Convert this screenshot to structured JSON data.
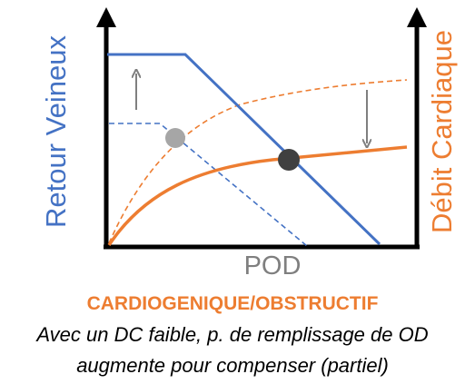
{
  "axes": {
    "left_label": "Retour Veineux",
    "right_label": "Débit Cardiaque",
    "x_label": "POD"
  },
  "title": "CARDIOGENIQUE/OBSTRUCTIF",
  "caption_line1": "Avec un DC faible, p. de remplissage de OD",
  "caption_line2": "augmente pour compenser (partiel)",
  "colors": {
    "venous_return": "#4472C4",
    "cardiac_output": "#ED7D31",
    "annotation_arrow": "#7F7F7F",
    "old_equilibrium": "#A6A6A6",
    "new_equilibrium": "#404040"
  },
  "icons": {
    "up_arrow": "arrow-up-icon",
    "down_arrow": "arrow-down-icon"
  }
}
